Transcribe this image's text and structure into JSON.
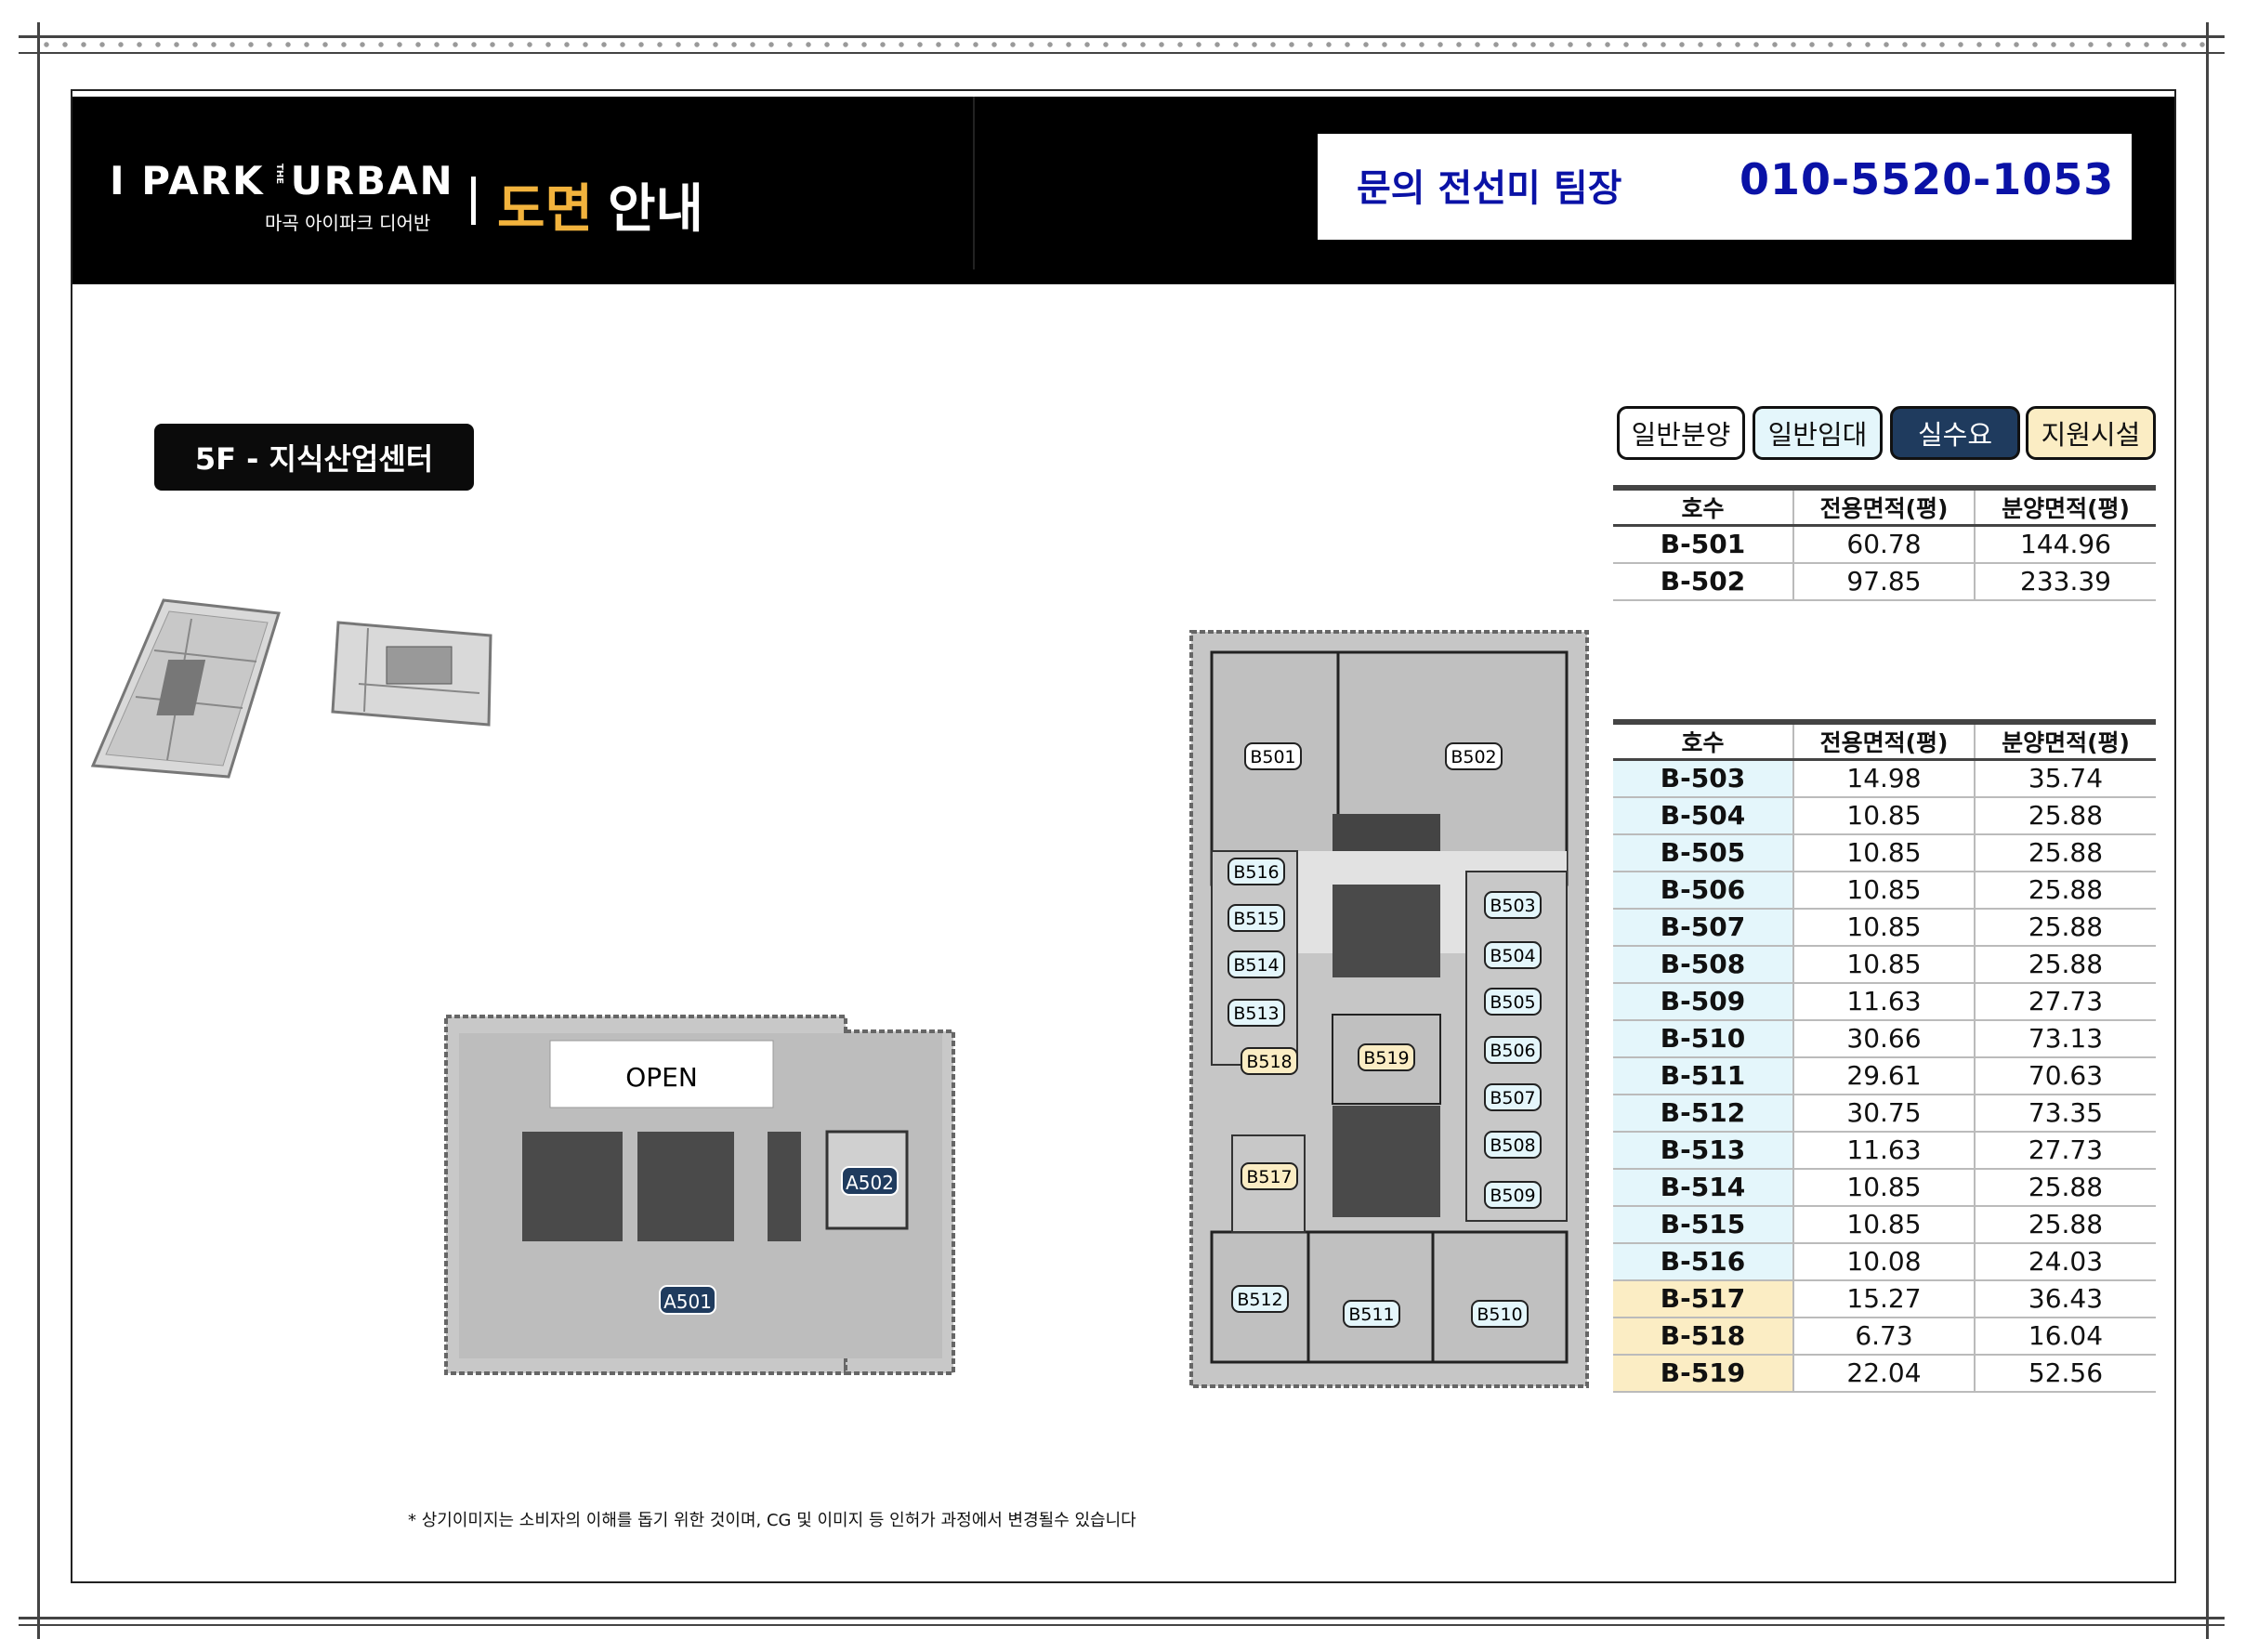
{
  "header": {
    "logo": "I PARK",
    "logo_the": "THE",
    "logo_urban": "URBAN",
    "logo_sub": "마곡 아이파크 디어반",
    "title_highlight": "도면",
    "title_rest": "안내"
  },
  "contact": {
    "label": "문의 전선미 팀장",
    "phone": "010-5520-1053",
    "color": "#0a12a6"
  },
  "floor_badge": "5F - 지식산업센터",
  "legend": [
    {
      "label": "일반분양",
      "bg": "#ffffff",
      "fg": "#111111"
    },
    {
      "label": "일반임대",
      "bg": "#e4f6fb",
      "fg": "#111111"
    },
    {
      "label": "실수요",
      "bg": "#1f3b5e",
      "fg": "#ffffff"
    },
    {
      "label": "지원시설",
      "bg": "#fbedc4",
      "fg": "#111111"
    }
  ],
  "table_columns": [
    "호수",
    "전용면적(평)",
    "분양면적(평)"
  ],
  "table_top": [
    {
      "unit": "B-501",
      "exclusive": "60.78",
      "sale": "144.96",
      "bg": "#ffffff"
    },
    {
      "unit": "B-502",
      "exclusive": "97.85",
      "sale": "233.39",
      "bg": "#ffffff"
    }
  ],
  "table_bottom": [
    {
      "unit": "B-503",
      "exclusive": "14.98",
      "sale": "35.74",
      "bg": "#e4f6fb"
    },
    {
      "unit": "B-504",
      "exclusive": "10.85",
      "sale": "25.88",
      "bg": "#e4f6fb"
    },
    {
      "unit": "B-505",
      "exclusive": "10.85",
      "sale": "25.88",
      "bg": "#e4f6fb"
    },
    {
      "unit": "B-506",
      "exclusive": "10.85",
      "sale": "25.88",
      "bg": "#e4f6fb"
    },
    {
      "unit": "B-507",
      "exclusive": "10.85",
      "sale": "25.88",
      "bg": "#e4f6fb"
    },
    {
      "unit": "B-508",
      "exclusive": "10.85",
      "sale": "25.88",
      "bg": "#e4f6fb"
    },
    {
      "unit": "B-509",
      "exclusive": "11.63",
      "sale": "27.73",
      "bg": "#e4f6fb"
    },
    {
      "unit": "B-510",
      "exclusive": "30.66",
      "sale": "73.13",
      "bg": "#e4f6fb"
    },
    {
      "unit": "B-511",
      "exclusive": "29.61",
      "sale": "70.63",
      "bg": "#e4f6fb"
    },
    {
      "unit": "B-512",
      "exclusive": "30.75",
      "sale": "73.35",
      "bg": "#e4f6fb"
    },
    {
      "unit": "B-513",
      "exclusive": "11.63",
      "sale": "27.73",
      "bg": "#e4f6fb"
    },
    {
      "unit": "B-514",
      "exclusive": "10.85",
      "sale": "25.88",
      "bg": "#e4f6fb"
    },
    {
      "unit": "B-515",
      "exclusive": "10.85",
      "sale": "25.88",
      "bg": "#e4f6fb"
    },
    {
      "unit": "B-516",
      "exclusive": "10.08",
      "sale": "24.03",
      "bg": "#e4f6fb"
    },
    {
      "unit": "B-517",
      "exclusive": "15.27",
      "sale": "36.43",
      "bg": "#fbedc4"
    },
    {
      "unit": "B-518",
      "exclusive": "6.73",
      "sale": "16.04",
      "bg": "#fbedc4"
    },
    {
      "unit": "B-519",
      "exclusive": "22.04",
      "sale": "52.56",
      "bg": "#fbedc4"
    }
  ],
  "plan_a": {
    "open_label": "OPEN",
    "units": [
      "A501",
      "A502"
    ]
  },
  "plan_b": {
    "units": {
      "b501": "B501",
      "b502": "B502",
      "b503": "B503",
      "b504": "B504",
      "b505": "B505",
      "b506": "B506",
      "b507": "B507",
      "b508": "B508",
      "b509": "B509",
      "b510": "B510",
      "b511": "B511",
      "b512": "B512",
      "b513": "B513",
      "b514": "B514",
      "b515": "B515",
      "b516": "B516",
      "b517": "B517",
      "b518": "B518",
      "b519": "B519"
    }
  },
  "footnote": "* 상기이미지는 소비자의 이해를 돕기 위한 것이며, CG 및 이미지 등 인허가 과정에서 변경될수 있습니다"
}
